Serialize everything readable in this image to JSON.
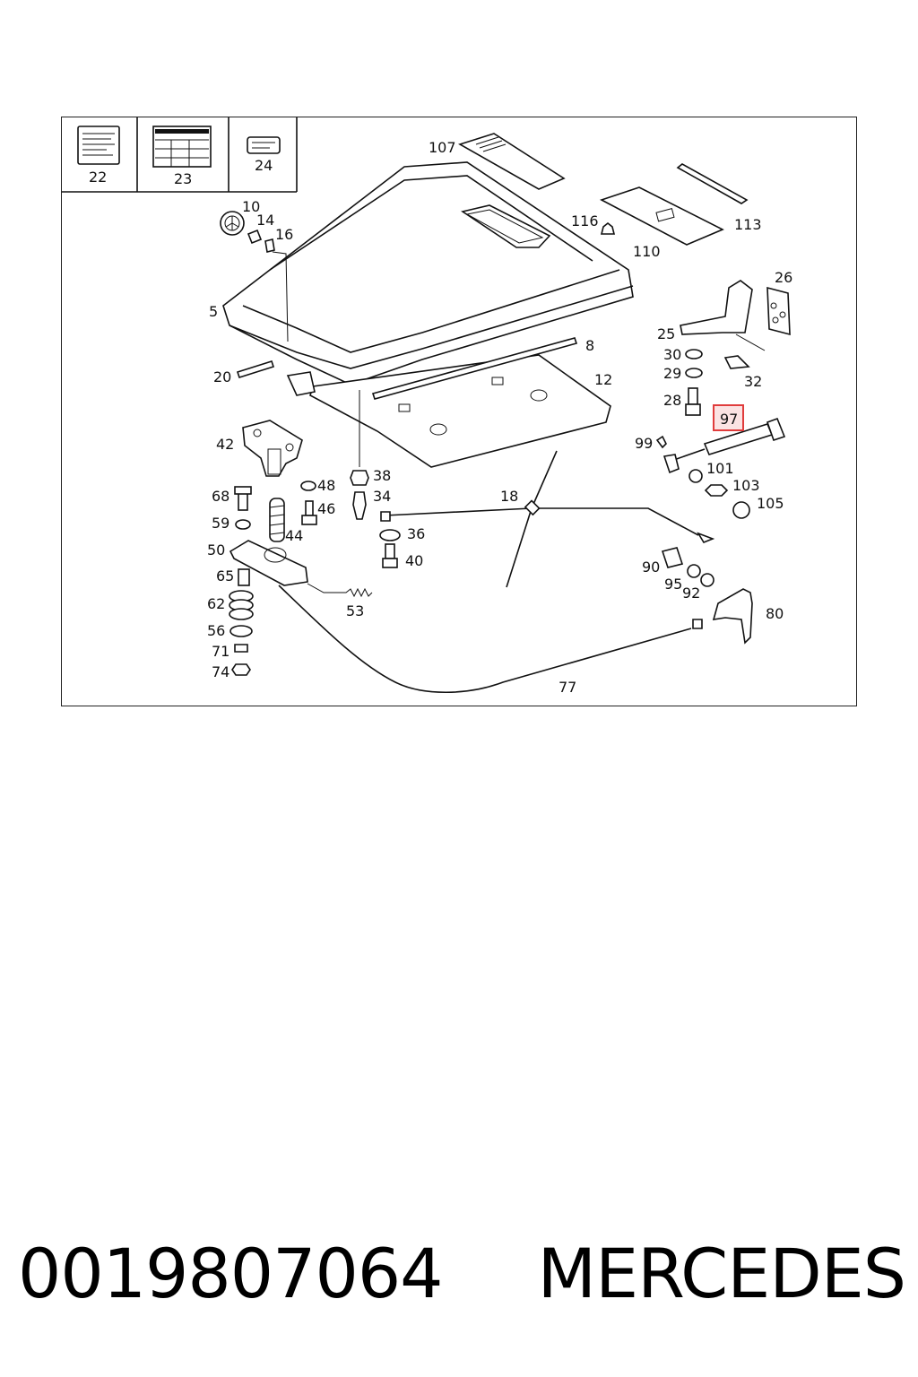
{
  "callouts": {
    "c22": "22",
    "c23": "23",
    "c24": "24",
    "c107": "107",
    "c10": "10",
    "c14": "14",
    "c16": "16",
    "c116": "116",
    "c110": "110",
    "c113": "113",
    "c26": "26",
    "c5": "5",
    "c8": "8",
    "c25": "25",
    "c30": "30",
    "c29": "29",
    "c32": "32",
    "c20": "20",
    "c12": "12",
    "c28": "28",
    "c97": "97",
    "c42": "42",
    "c99": "99",
    "c101": "101",
    "c38": "38",
    "c48": "48",
    "c103": "103",
    "c34": "34",
    "c68": "68",
    "c18": "18",
    "c46": "46",
    "c105": "105",
    "c59": "59",
    "c44": "44",
    "c36": "36",
    "c50": "50",
    "c40": "40",
    "c90": "90",
    "c65": "65",
    "c95": "95",
    "c92": "92",
    "c62": "62",
    "c53": "53",
    "c80": "80",
    "c56": "56",
    "c71": "71",
    "c74": "74",
    "c77": "77"
  },
  "highlight": {
    "callout": "97",
    "color": "#e03c3c"
  },
  "footer": {
    "part_number": "0019807064",
    "brand": "MERCEDES"
  }
}
